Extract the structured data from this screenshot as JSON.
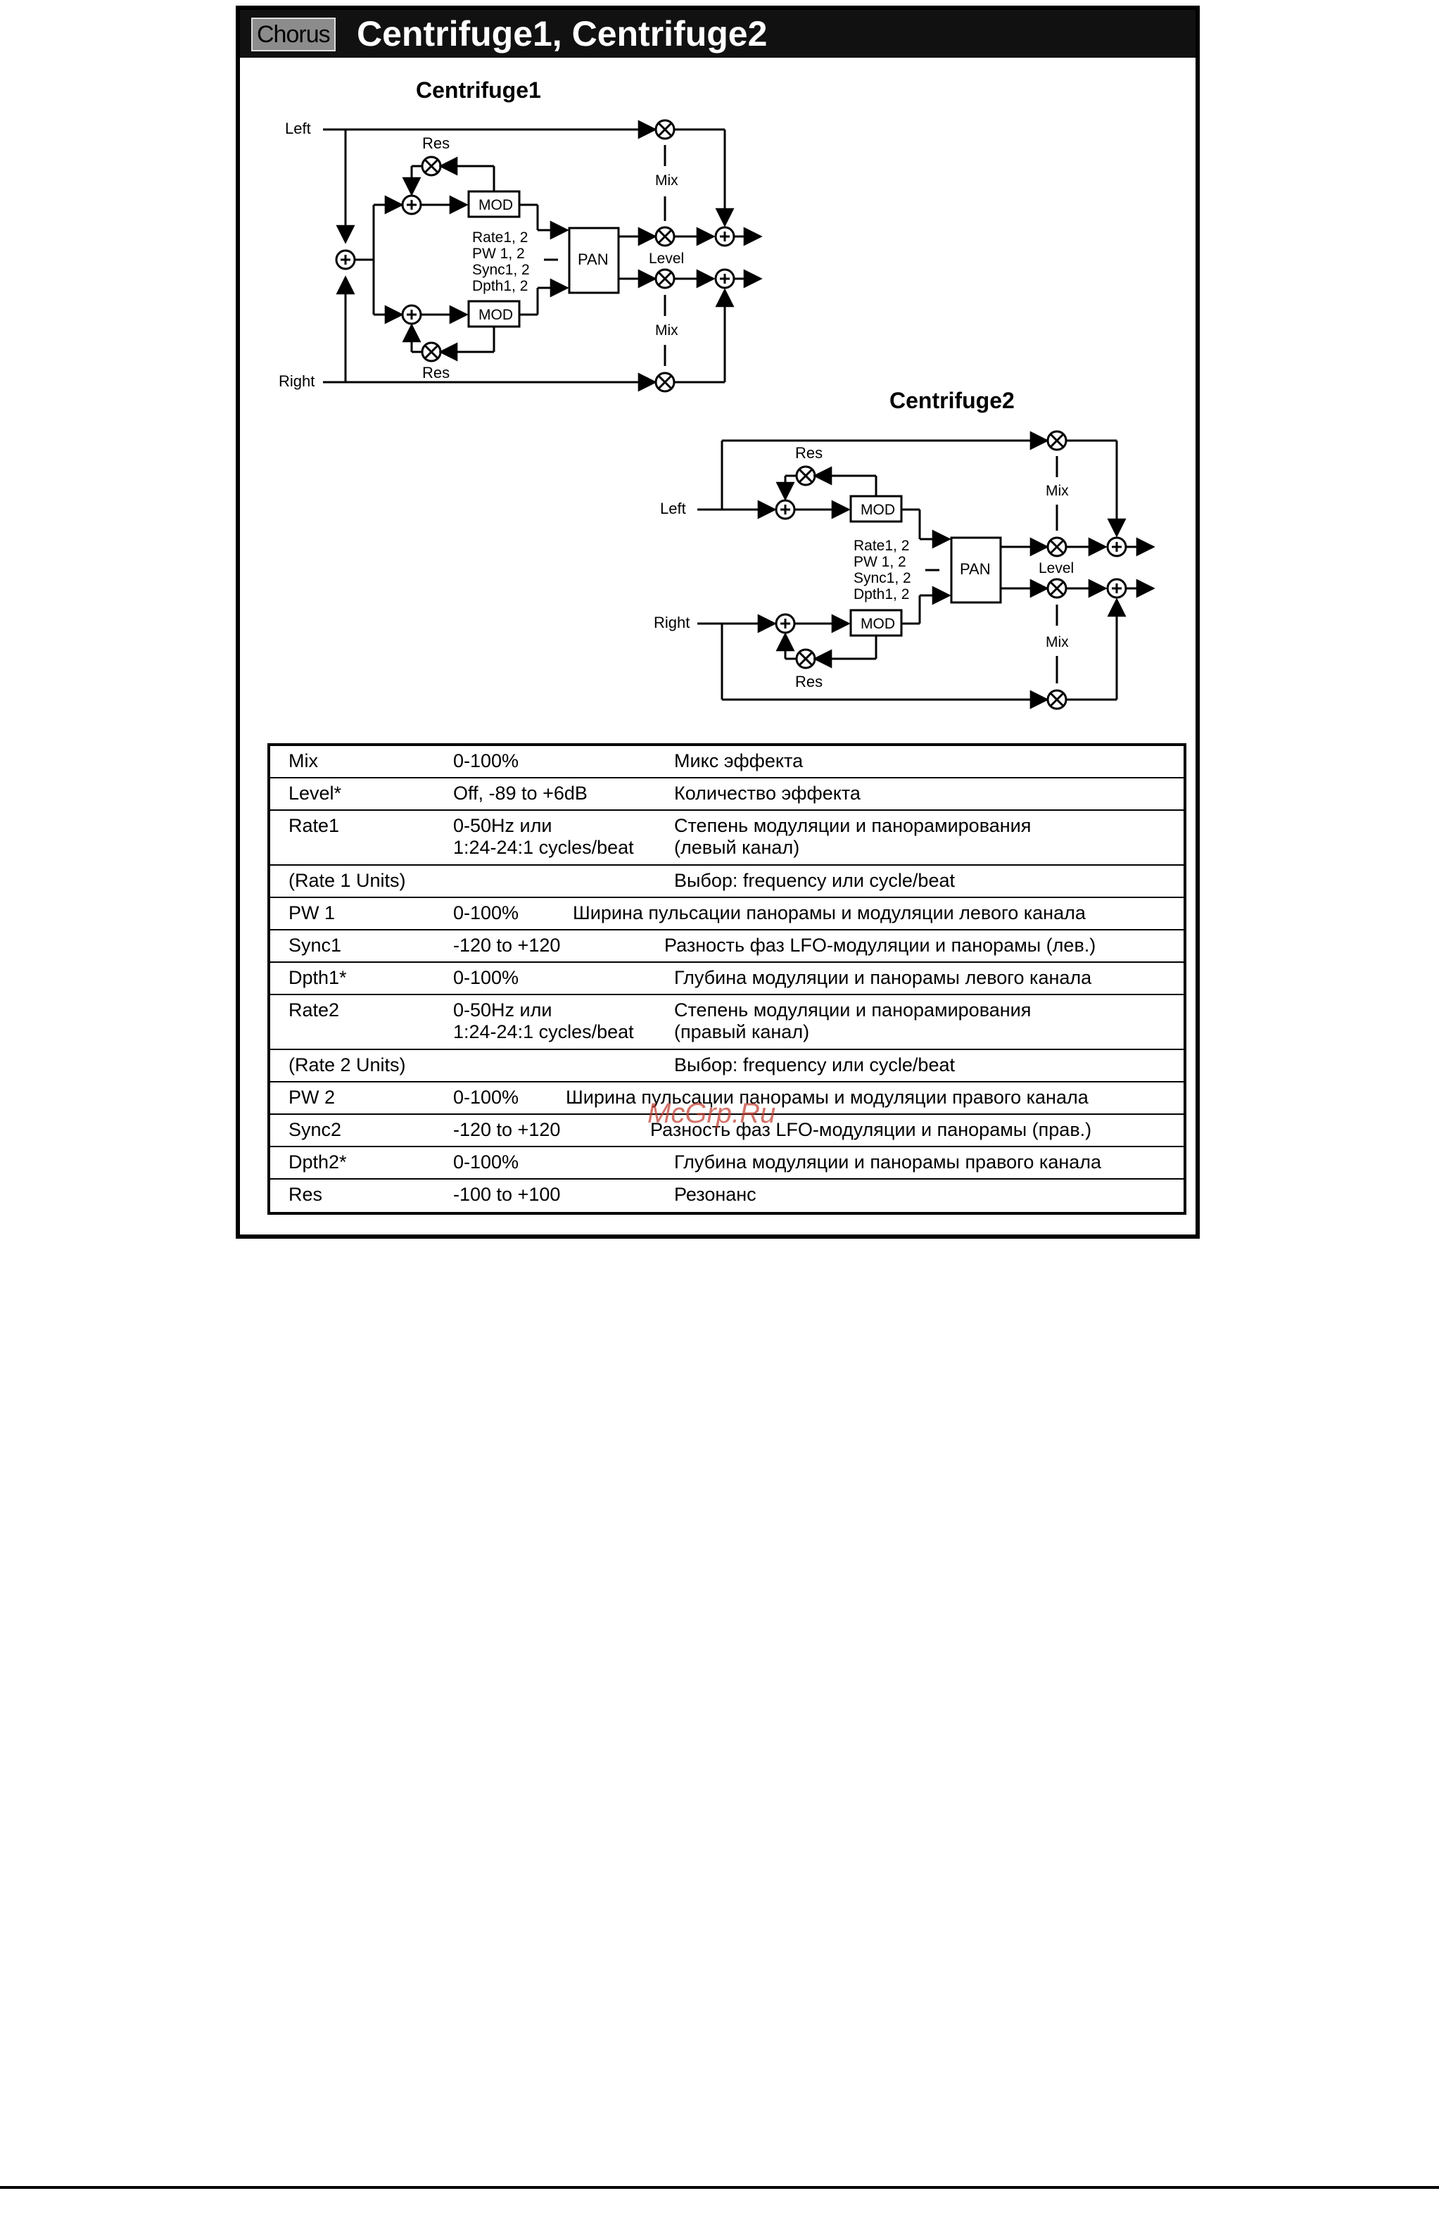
{
  "header": {
    "tag": "Chorus",
    "title": "Centrifuge1, Centrifuge2"
  },
  "diagram1": {
    "heading": "Centrifuge1",
    "left": "Left",
    "right": "Right",
    "res": "Res",
    "mod": "MOD",
    "pan": "PAN",
    "mix": "Mix",
    "level": "Level",
    "params": [
      "Rate1, 2",
      "PW 1, 2",
      "Sync1, 2",
      "Dpth1, 2"
    ]
  },
  "diagram2": {
    "heading": "Centrifuge2",
    "left": "Left",
    "right": "Right",
    "res": "Res",
    "mod": "MOD",
    "pan": "PAN",
    "mix": "Mix",
    "level": "Level",
    "params": [
      "Rate1, 2",
      "PW 1, 2",
      "Sync1, 2",
      "Dpth1, 2"
    ]
  },
  "params": [
    {
      "name": "Mix",
      "range": "0-100%",
      "desc": "Микс эффекта"
    },
    {
      "name": "Level*",
      "range": "Off, -89 to +6dB",
      "desc": "Количество эффекта"
    },
    {
      "name": "Rate1",
      "range": "0-50Hz или\n1:24-24:1 cycles/beat",
      "desc": "Степень модуляции и панорамирования\n(левый канал)"
    },
    {
      "name": "(Rate 1 Units)",
      "range": "",
      "desc": "Выбор: frequency или cycle/beat"
    },
    {
      "name": "PW 1",
      "range": "0-100%",
      "desc": "Ширина пульсации панорамы и модуляции левого канала"
    },
    {
      "name": "Sync1",
      "range": "-120 to +120",
      "desc": "Разность фаз LFO-модуляции и панорамы (лев.)"
    },
    {
      "name": "Dpth1*",
      "range": "0-100%",
      "desc": "Глубина модуляции и панорамы левого канала"
    },
    {
      "name": "Rate2",
      "range": "0-50Hz или\n1:24-24:1 cycles/beat",
      "desc": "Степень модуляции и панорамирования\n(правый канал)"
    },
    {
      "name": "(Rate 2 Units)",
      "range": "",
      "desc": "Выбор: frequency или cycle/beat"
    },
    {
      "name": "PW 2",
      "range": "0-100%",
      "desc": "Ширина пульсации панорамы и модуляции правого канала"
    },
    {
      "name": "Sync2",
      "range": "-120 to +120",
      "desc": "Разность фаз LFO-модуляции и панорамы (прав.)"
    },
    {
      "name": "Dpth2*",
      "range": "0-100%",
      "desc": "Глубина модуляции и панорамы правого канала"
    },
    {
      "name": "Res",
      "range": "-100 to +100",
      "desc": "Резонанс"
    }
  ],
  "watermark": "McGrp.Ru"
}
